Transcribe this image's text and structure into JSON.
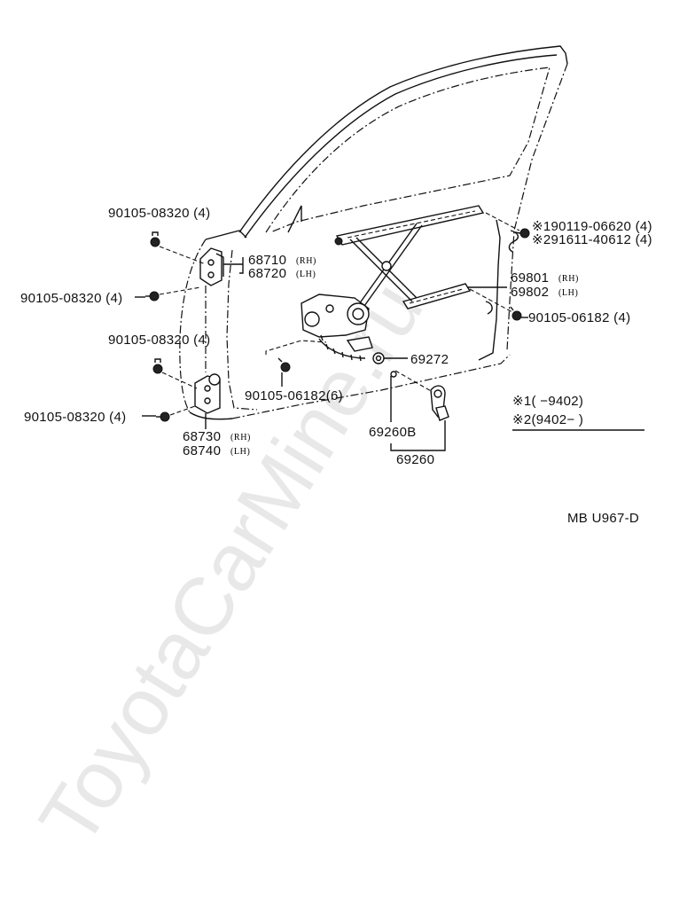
{
  "labels": {
    "bolt_top": "90105-08320 (4)",
    "bolt_mid_left": "90105-08320 (4)",
    "bolt_lower": "90105-08320 (4)",
    "bolt_bottom": "90105-08320 (4)",
    "hinge_upper_rh": "68710",
    "hinge_upper_lh": "68720",
    "hinge_lower_rh": "68730",
    "hinge_lower_lh": "68740",
    "rh_tag": "(RH)",
    "lh_tag": "(LH)",
    "bolt_right_top_1": "※190119-06620 (4)",
    "bolt_right_top_2": "※291611-40612 (4)",
    "regulator_rh": "69801",
    "regulator_lh": "69802",
    "bolt_right_mid": "90105-06182 (4)",
    "bolt_center": "90105-06182(6)",
    "clip": "69272",
    "handle_sub": "69260B",
    "handle": "69260",
    "note_1": "※1(      −9402)",
    "note_2": "※2(9402−      )",
    "diagram_code": "MB U967-D",
    "watermark": "ToyotaCarMine.ru"
  }
}
